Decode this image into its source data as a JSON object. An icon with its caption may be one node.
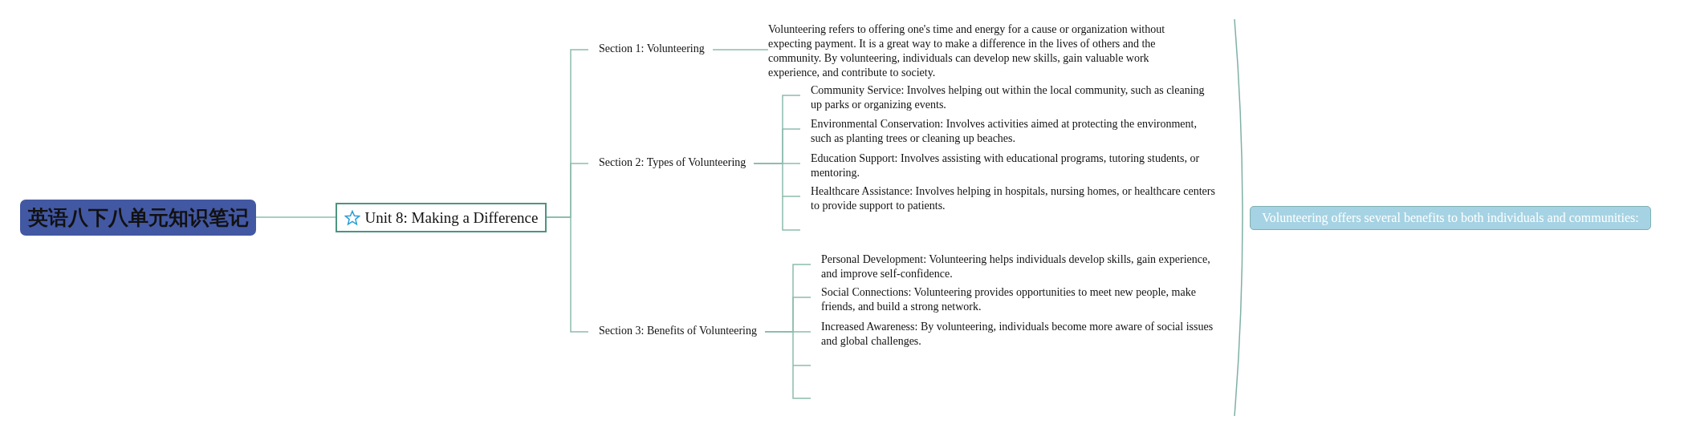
{
  "diagram": {
    "nodes": [
      {
        "text": [
          "英语八下八单元知识笔记"
        ]
      },
      {
        "text": [
          "Unit 8: Making a Difference"
        ]
      },
      {
        "text": [
          "Section 1: Volunteering"
        ]
      },
      {
        "text": [
          "Volunteering refers to offering one's time and energy for a cause or organization without expecting payment. It is a great way to make a difference in the lives of others and the community. By volunteering, individuals can develop new skills, gain valuable work experience, and contribute to society."
        ]
      },
      {
        "text": [
          "Section 2: Types of Volunteering"
        ]
      },
      {
        "text": [
          "Community Service: Involves helping out within the local community, such as cleaning up parks or organizing events."
        ]
      },
      {
        "text": [
          "Environmental Conservation: Involves activities aimed at protecting the environment, such as planting trees or cleaning up beaches."
        ]
      },
      {
        "text": [
          "Education Support: Involves assisting with educational programs, tutoring students, or mentoring."
        ]
      },
      {
        "text": [
          "Healthcare Assistance: Involves helping in hospitals, nursing homes, or healthcare centers to provide support to patients."
        ]
      },
      {
        "text": [
          "Section 3: Benefits of Volunteering"
        ]
      },
      {
        "text": [
          "Personal Development: Volunteering helps individuals develop skills, gain experience, and improve self-confidence."
        ]
      },
      {
        "text": [
          "Social Connections: Volunteering provides opportunities to meet new people, make friends, and build a strong network."
        ]
      },
      {
        "text": [
          "Increased Awareness: By volunteering, individuals become more aware of social issues and global challenges."
        ]
      },
      {
        "text": [
          "Volunteering offers several benefits to both individuals and communities:"
        ]
      }
    ],
    "edges": [
      {
        "from": 0,
        "to": 1,
        "arrow": "none"
      },
      {
        "from": 1,
        "to": 2,
        "arrow": "none"
      },
      {
        "from": 1,
        "to": 4,
        "arrow": "none"
      },
      {
        "from": 1,
        "to": 9,
        "arrow": "none"
      },
      {
        "from": 2,
        "to": 3,
        "arrow": "none"
      },
      {
        "from": 4,
        "to": 5,
        "arrow": "none"
      },
      {
        "from": 4,
        "to": 6,
        "arrow": "none"
      },
      {
        "from": 4,
        "to": 7,
        "arrow": "none"
      },
      {
        "from": 4,
        "to": 8,
        "arrow": "none"
      },
      {
        "from": 9,
        "to": 10,
        "arrow": "none"
      },
      {
        "from": 9,
        "to": 11,
        "arrow": "none"
      },
      {
        "from": 9,
        "to": 12,
        "arrow": "none"
      }
    ]
  }
}
